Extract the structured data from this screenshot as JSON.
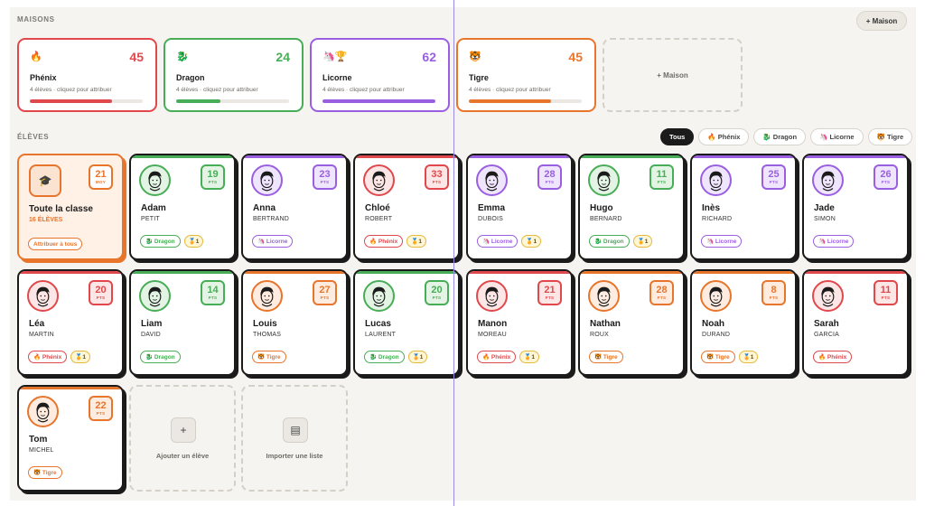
{
  "colors": {
    "phenix": "#e0484c",
    "dragon": "#48ad57",
    "licorne": "#9a5fe0",
    "tigre": "#e8752c",
    "class": "#e8752c"
  },
  "houses_section": {
    "title": "MAISONS",
    "add_button": "+ Maison",
    "add_card": "+ Maison",
    "items": [
      {
        "key": "phenix",
        "name": "Phénix",
        "points": "45",
        "subtitle": "4 élèves · cliquez pour attribuer",
        "progress": 0.73,
        "icon": "flame-icon"
      },
      {
        "key": "dragon",
        "name": "Dragon",
        "points": "24",
        "subtitle": "4 élèves · cliquez pour attribuer",
        "progress": 0.39,
        "icon": "dragon-icon"
      },
      {
        "key": "licorne",
        "name": "Licorne",
        "points": "62",
        "subtitle": "4 élèves · cliquez pour attribuer",
        "progress": 1.0,
        "icon": "unicorn-trophy-icon"
      },
      {
        "key": "tigre",
        "name": "Tigre",
        "points": "45",
        "subtitle": "4 élèves · cliquez pour attribuer",
        "progress": 0.73,
        "icon": "tiger-icon"
      }
    ]
  },
  "students_section": {
    "title": "ÉLÈVES",
    "filters": [
      "Tous",
      "🔥 Phénix",
      "🐉 Dragon",
      "🦄 Licorne",
      "🐯 Tigre"
    ]
  },
  "class_card": {
    "title": "Toute la classe",
    "subtitle": "16 ÉLÈVES",
    "points": "21",
    "unit": "MOY",
    "button": "Attribuer à tous",
    "icon": "graduation-cap-icon"
  },
  "pts_unit": "PTS",
  "tag_labels": {
    "phenix": "🔥 Phénix",
    "dragon": "🐉 Dragon",
    "licorne": "🦄 Licorne",
    "tigre": "🐯 Tigre"
  },
  "students": [
    {
      "first": "Adam",
      "last": "PETIT",
      "points": "19",
      "house": "dragon",
      "medal": "1"
    },
    {
      "first": "Anna",
      "last": "BERTRAND",
      "points": "23",
      "house": "licorne",
      "medal": ""
    },
    {
      "first": "Chloé",
      "last": "ROBERT",
      "points": "33",
      "house": "phenix",
      "medal": "1"
    },
    {
      "first": "Emma",
      "last": "DUBOIS",
      "points": "28",
      "house": "licorne",
      "medal": "1"
    },
    {
      "first": "Hugo",
      "last": "BERNARD",
      "points": "11",
      "house": "dragon",
      "medal": "1"
    },
    {
      "first": "Inès",
      "last": "RICHARD",
      "points": "25",
      "house": "licorne",
      "medal": ""
    },
    {
      "first": "Jade",
      "last": "SIMON",
      "points": "26",
      "house": "licorne",
      "medal": ""
    },
    {
      "first": "Léa",
      "last": "MARTIN",
      "points": "20",
      "house": "phenix",
      "medal": "1"
    },
    {
      "first": "Liam",
      "last": "DAVID",
      "points": "14",
      "house": "dragon",
      "medal": ""
    },
    {
      "first": "Louis",
      "last": "THOMAS",
      "points": "27",
      "house": "tigre",
      "medal": ""
    },
    {
      "first": "Lucas",
      "last": "LAURENT",
      "points": "20",
      "house": "dragon",
      "medal": "1"
    },
    {
      "first": "Manon",
      "last": "MOREAU",
      "points": "21",
      "house": "phenix",
      "medal": "1"
    },
    {
      "first": "Nathan",
      "last": "ROUX",
      "points": "28",
      "house": "tigre",
      "medal": ""
    },
    {
      "first": "Noah",
      "last": "DURAND",
      "points": "8",
      "house": "tigre",
      "medal": "1"
    },
    {
      "first": "Sarah",
      "last": "GARCIA",
      "points": "11",
      "house": "phenix",
      "medal": ""
    },
    {
      "first": "Tom",
      "last": "MICHEL",
      "points": "22",
      "house": "tigre",
      "medal": ""
    }
  ],
  "add_student": {
    "label": "Ajouter un élève",
    "icon": "plus-icon"
  },
  "import_list": {
    "label": "Importer une liste",
    "icon": "clipboard-icon"
  }
}
